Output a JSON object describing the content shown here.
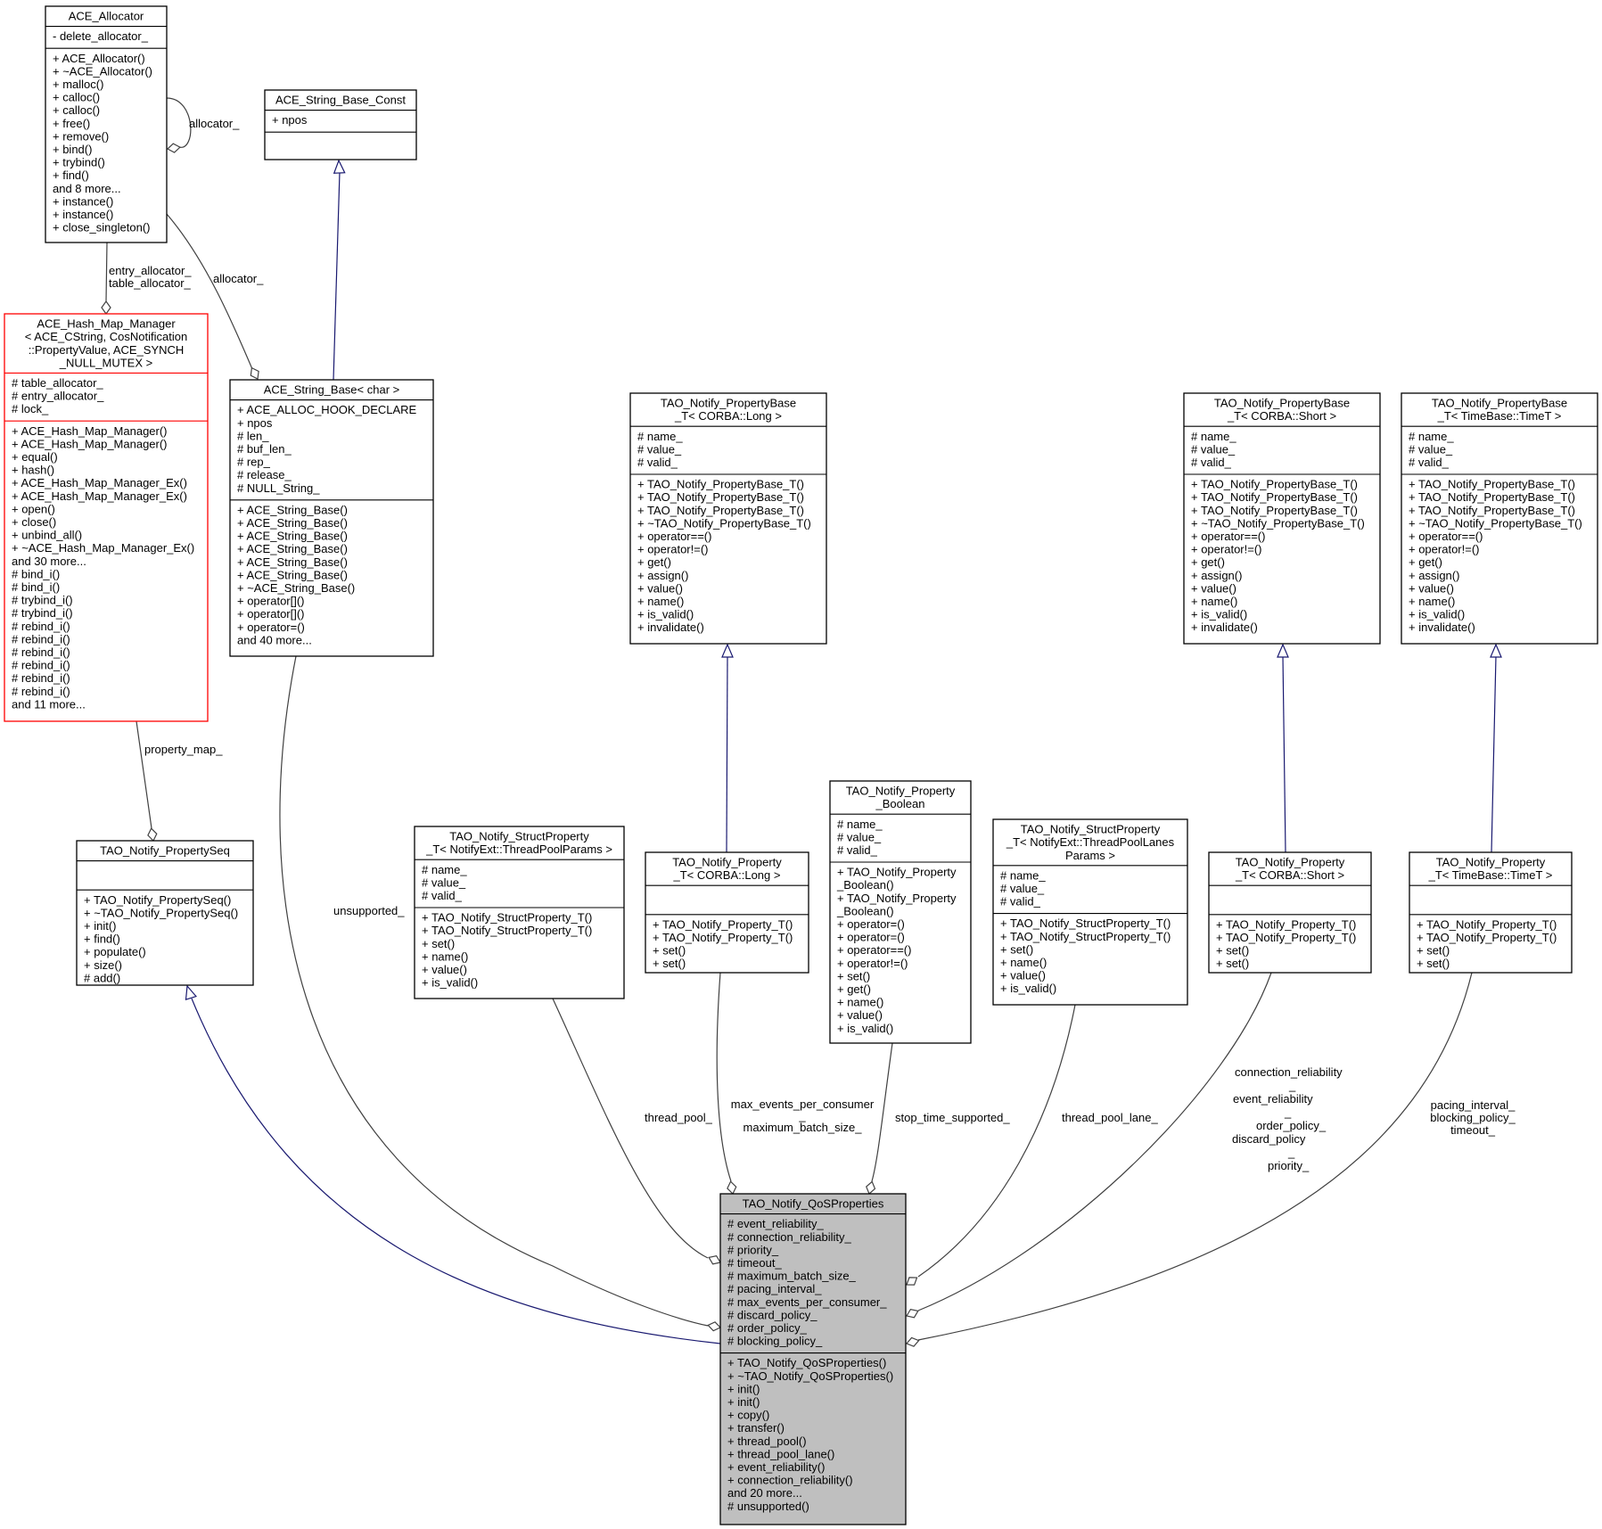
{
  "nodes": [
    {
      "id": "ace_allocator",
      "title": [
        "ACE_Allocator"
      ],
      "attributes": [
        "- delete_allocator_"
      ],
      "methods": [
        "+ ACE_Allocator()",
        "+ ~ACE_Allocator()",
        "+ malloc()",
        "+ calloc()",
        "+ calloc()",
        "+ free()",
        "+ remove()",
        "+ bind()",
        "+ trybind()",
        "+ find()",
        "and 8 more...",
        "+ instance()",
        "+ instance()",
        "+ close_singleton()"
      ]
    },
    {
      "id": "ace_string_base_const",
      "title": [
        "ACE_String_Base_Const"
      ],
      "attributes": [
        "+ npos"
      ],
      "methods": []
    },
    {
      "id": "ace_hash_map_manager",
      "border_color": "#ff0000",
      "title": [
        "ACE_Hash_Map_Manager",
        "< ACE_CString, CosNotification",
        "::PropertyValue, ACE_SYNCH",
        "_NULL_MUTEX >"
      ],
      "attributes": [
        "# table_allocator_",
        "# entry_allocator_",
        "# lock_"
      ],
      "methods": [
        "+ ACE_Hash_Map_Manager()",
        "+ ACE_Hash_Map_Manager()",
        "+ equal()",
        "+ hash()",
        "+ ACE_Hash_Map_Manager_Ex()",
        "+ ACE_Hash_Map_Manager_Ex()",
        "+ open()",
        "+ close()",
        "+ unbind_all()",
        "+ ~ACE_Hash_Map_Manager_Ex()",
        "and 30 more...",
        "# bind_i()",
        "# bind_i()",
        "# trybind_i()",
        "# trybind_i()",
        "# rebind_i()",
        "# rebind_i()",
        "# rebind_i()",
        "# rebind_i()",
        "# rebind_i()",
        "# rebind_i()",
        "and 11 more..."
      ]
    },
    {
      "id": "ace_string_base_char",
      "title": [
        "ACE_String_Base< char >"
      ],
      "attributes": [
        "+ ACE_ALLOC_HOOK_DECLARE",
        "+ npos",
        "# len_",
        "# buf_len_",
        "# rep_",
        "# release_",
        "# NULL_String_"
      ],
      "methods": [
        "+ ACE_String_Base()",
        "+ ACE_String_Base()",
        "+ ACE_String_Base()",
        "+ ACE_String_Base()",
        "+ ACE_String_Base()",
        "+ ACE_String_Base()",
        "+ ~ACE_String_Base()",
        "+ operator[]()",
        "+ operator[]()",
        "+ operator=()",
        "and 40 more..."
      ]
    },
    {
      "id": "propbase_long",
      "title": [
        "TAO_Notify_PropertyBase",
        "_T< CORBA::Long >"
      ],
      "attributes": [
        "# name_",
        "# value_",
        "# valid_"
      ],
      "methods": [
        "+ TAO_Notify_PropertyBase_T()",
        "+ TAO_Notify_PropertyBase_T()",
        "+ TAO_Notify_PropertyBase_T()",
        "+ ~TAO_Notify_PropertyBase_T()",
        "+ operator==()",
        "+ operator!=()",
        "+ get()",
        "+ assign()",
        "+ value()",
        "+ name()",
        "+ is_valid()",
        "+ invalidate()"
      ]
    },
    {
      "id": "propbase_short",
      "title": [
        "TAO_Notify_PropertyBase",
        "_T< CORBA::Short >"
      ],
      "attributes": [
        "# name_",
        "# value_",
        "# valid_"
      ],
      "methods": [
        "+ TAO_Notify_PropertyBase_T()",
        "+ TAO_Notify_PropertyBase_T()",
        "+ TAO_Notify_PropertyBase_T()",
        "+ ~TAO_Notify_PropertyBase_T()",
        "+ operator==()",
        "+ operator!=()",
        "+ get()",
        "+ assign()",
        "+ value()",
        "+ name()",
        "+ is_valid()",
        "+ invalidate()"
      ]
    },
    {
      "id": "propbase_timet",
      "title": [
        "TAO_Notify_PropertyBase",
        "_T< TimeBase::TimeT >"
      ],
      "attributes": [
        "# name_",
        "# value_",
        "# valid_"
      ],
      "methods": [
        "+ TAO_Notify_PropertyBase_T()",
        "+ TAO_Notify_PropertyBase_T()",
        "+ TAO_Notify_PropertyBase_T()",
        "+ ~TAO_Notify_PropertyBase_T()",
        "+ operator==()",
        "+ operator!=()",
        "+ get()",
        "+ assign()",
        "+ value()",
        "+ name()",
        "+ is_valid()",
        "+ invalidate()"
      ]
    },
    {
      "id": "propseq",
      "title": [
        "TAO_Notify_PropertySeq"
      ],
      "attributes": [],
      "methods": [
        "+ TAO_Notify_PropertySeq()",
        "+ ~TAO_Notify_PropertySeq()",
        "+ init()",
        "+ find()",
        "+ populate()",
        "+ size()",
        "# add()"
      ]
    },
    {
      "id": "struct_threadpool",
      "title": [
        "TAO_Notify_StructProperty",
        "_T< NotifyExt::ThreadPoolParams >"
      ],
      "attributes": [
        "# name_",
        "# value_",
        "# valid_"
      ],
      "methods": [
        "+ TAO_Notify_StructProperty_T()",
        "+ TAO_Notify_StructProperty_T()",
        "+ set()",
        "+ name()",
        "+ value()",
        "+ is_valid()"
      ]
    },
    {
      "id": "prop_long",
      "title": [
        "TAO_Notify_Property",
        "_T< CORBA::Long >"
      ],
      "attributes": [],
      "methods": [
        "+ TAO_Notify_Property_T()",
        "+ TAO_Notify_Property_T()",
        "+ set()",
        "+ set()"
      ]
    },
    {
      "id": "prop_boolean",
      "title": [
        "TAO_Notify_Property",
        "_Boolean"
      ],
      "attributes": [
        "# name_",
        "# value_",
        "# valid_"
      ],
      "methods": [
        "+ TAO_Notify_Property",
        "_Boolean()",
        "+ TAO_Notify_Property",
        "_Boolean()",
        "+ operator=()",
        "+ operator=()",
        "+ operator==()",
        "+ operator!=()",
        "+ set()",
        "+ get()",
        "+ name()",
        "+ value()",
        "+ is_valid()"
      ]
    },
    {
      "id": "struct_lanes",
      "title": [
        "TAO_Notify_StructProperty",
        "_T< NotifyExt::ThreadPoolLanes",
        "Params >"
      ],
      "attributes": [
        "# name_",
        "# value_",
        "# valid_"
      ],
      "methods": [
        "+ TAO_Notify_StructProperty_T()",
        "+ TAO_Notify_StructProperty_T()",
        "+ set()",
        "+ name()",
        "+ value()",
        "+ is_valid()"
      ]
    },
    {
      "id": "prop_short",
      "title": [
        "TAO_Notify_Property",
        "_T< CORBA::Short >"
      ],
      "attributes": [],
      "methods": [
        "+ TAO_Notify_Property_T()",
        "+ TAO_Notify_Property_T()",
        "+ set()",
        "+ set()"
      ]
    },
    {
      "id": "prop_timet",
      "title": [
        "TAO_Notify_Property",
        "_T< TimeBase::TimeT >"
      ],
      "attributes": [],
      "methods": [
        "+ TAO_Notify_Property_T()",
        "+ TAO_Notify_Property_T()",
        "+ set()",
        "+ set()"
      ]
    },
    {
      "id": "qos",
      "focus": true,
      "title": [
        "TAO_Notify_QoSProperties"
      ],
      "attributes": [
        "# event_reliability_",
        "# connection_reliability_",
        "# priority_",
        "# timeout_",
        "# maximum_batch_size_",
        "# pacing_interval_",
        "# max_events_per_consumer_",
        "# discard_policy_",
        "# order_policy_",
        "# blocking_policy_"
      ],
      "methods": [
        "+ TAO_Notify_QoSProperties()",
        "+ ~TAO_Notify_QoSProperties()",
        "+ init()",
        "+ init()",
        "+ copy()",
        "+ transfer()",
        "+ thread_pool()",
        "+ thread_pool_lane()",
        "+ event_reliability()",
        "+ connection_reliability()",
        "and 20 more...",
        "# unsupported()"
      ]
    }
  ],
  "edge_labels": [
    {
      "id": "allocator_self",
      "lines": [
        "allocator_"
      ]
    },
    {
      "id": "allocator_hash",
      "lines": [
        "entry_allocator_",
        "table_allocator_"
      ]
    },
    {
      "id": "allocator_string",
      "lines": [
        "allocator_"
      ]
    },
    {
      "id": "property_map",
      "lines": [
        "property_map_"
      ]
    },
    {
      "id": "unsupported",
      "lines": [
        "unsupported_"
      ]
    },
    {
      "id": "thread_pool",
      "lines": [
        "thread_pool_"
      ]
    },
    {
      "id": "max_events",
      "lines": [
        "max_events_per_consumer",
        "_",
        "maximum_batch_size_"
      ]
    },
    {
      "id": "stop_time",
      "lines": [
        "stop_time_supported_"
      ]
    },
    {
      "id": "thread_pool_lane",
      "lines": [
        "thread_pool_lane_"
      ]
    },
    {
      "id": "short_props",
      "lines": [
        "connection_reliability",
        "_",
        "event_reliability",
        "_",
        "order_policy_",
        "discard_policy",
        "_",
        "priority_"
      ]
    },
    {
      "id": "timet_props",
      "lines": [
        "pacing_interval_",
        "blocking_policy_",
        "timeout_"
      ]
    }
  ],
  "colors": {
    "inheritance_edge": "#191970",
    "usage_edge": "#404040",
    "focus_fill": "#bfbfbf",
    "template_border": "#ff0000"
  }
}
